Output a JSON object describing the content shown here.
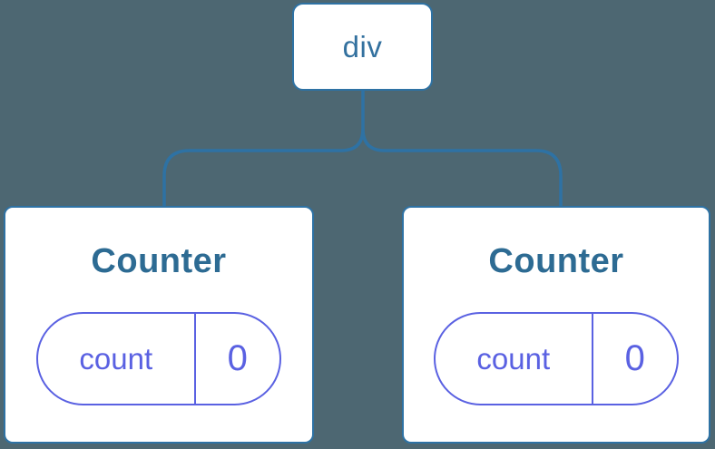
{
  "colors": {
    "background": "#4d6772",
    "connector_line": "#2e72a4",
    "node_border": "#2e72a4",
    "node_fill": "#ffffff",
    "root_label_text": "#33719f",
    "card_title_text": "#2d6b93",
    "state_accent": "#5a61e2"
  },
  "tree": {
    "root": {
      "label": "div"
    },
    "children": [
      {
        "title": "Counter",
        "state": {
          "key": "count",
          "value": "0"
        }
      },
      {
        "title": "Counter",
        "state": {
          "key": "count",
          "value": "0"
        }
      }
    ]
  }
}
